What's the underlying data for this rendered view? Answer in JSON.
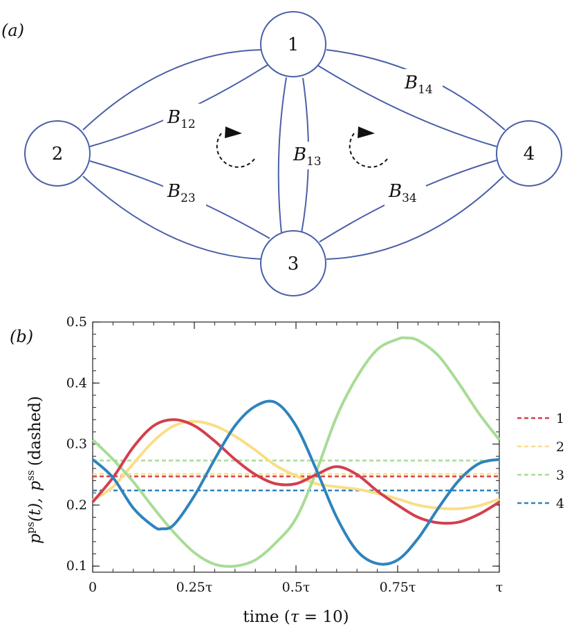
{
  "panel_a": {
    "label": "(a)",
    "nodes": [
      "1",
      "2",
      "3",
      "4"
    ],
    "edge_labels": {
      "b12_main": "B",
      "b12_sub": "12",
      "b13_main": "B",
      "b13_sub": "13",
      "b14_main": "B",
      "b14_sub": "14",
      "b23_main": "B",
      "b23_sub": "23",
      "b34_main": "B",
      "b34_sub": "34"
    }
  },
  "chart_data": {
    "panel_label": "(b)",
    "type": "line",
    "xlabel_text": "time (",
    "xlabel_tau": "τ",
    "xlabel_value": " = 10)",
    "ylabel_p1": "p",
    "ylabel_sup1": "ps",
    "ylabel_t": "(t),",
    "ylabel_p2": "p",
    "ylabel_sup2": "ss",
    "ylabel_rest": "(dashed)",
    "xlim": [
      0,
      1
    ],
    "ylim": [
      0.09,
      0.5
    ],
    "x_ticks": [
      0,
      0.25,
      0.5,
      0.75,
      1
    ],
    "x_tick_labels": [
      "0",
      "0.25τ",
      "0.5τ",
      "0.75τ",
      "τ"
    ],
    "y_ticks": [
      0.1,
      0.2,
      0.3,
      0.4,
      0.5
    ],
    "y_tick_labels": [
      "0.1",
      "0.2",
      "0.3",
      "0.4",
      "0.5"
    ],
    "legend_position": "right",
    "legend_labels": [
      "1",
      "2",
      "3",
      "4"
    ],
    "colors": [
      "#d23f4e",
      "#fade86",
      "#a8dc95",
      "#2e83bd"
    ],
    "series": [
      {
        "name": "1",
        "steady_state": 0.247,
        "x": [
          0,
          0.05,
          0.1,
          0.15,
          0.2,
          0.25,
          0.3,
          0.35,
          0.4,
          0.45,
          0.5,
          0.55,
          0.6,
          0.65,
          0.7,
          0.75,
          0.8,
          0.85,
          0.9,
          0.95,
          1.0
        ],
        "y": [
          0.205,
          0.245,
          0.295,
          0.33,
          0.34,
          0.33,
          0.305,
          0.275,
          0.25,
          0.235,
          0.235,
          0.25,
          0.263,
          0.25,
          0.223,
          0.2,
          0.18,
          0.171,
          0.172,
          0.185,
          0.205
        ]
      },
      {
        "name": "2",
        "steady_state": 0.251,
        "x": [
          0,
          0.05,
          0.1,
          0.15,
          0.2,
          0.25,
          0.3,
          0.35,
          0.4,
          0.45,
          0.5,
          0.55,
          0.6,
          0.65,
          0.7,
          0.75,
          0.8,
          0.85,
          0.9,
          0.95,
          1.0
        ],
        "y": [
          0.208,
          0.23,
          0.268,
          0.305,
          0.33,
          0.337,
          0.33,
          0.313,
          0.29,
          0.265,
          0.248,
          0.235,
          0.23,
          0.226,
          0.219,
          0.21,
          0.2,
          0.195,
          0.194,
          0.199,
          0.21
        ]
      },
      {
        "name": "3",
        "steady_state": 0.273,
        "x": [
          0,
          0.05,
          0.1,
          0.15,
          0.2,
          0.25,
          0.3,
          0.35,
          0.4,
          0.45,
          0.5,
          0.55,
          0.6,
          0.65,
          0.7,
          0.75,
          0.77,
          0.8,
          0.85,
          0.9,
          0.95,
          1.0
        ],
        "y": [
          0.307,
          0.275,
          0.238,
          0.195,
          0.155,
          0.122,
          0.103,
          0.1,
          0.11,
          0.138,
          0.178,
          0.255,
          0.345,
          0.41,
          0.455,
          0.472,
          0.474,
          0.47,
          0.445,
          0.4,
          0.35,
          0.307
        ]
      },
      {
        "name": "4",
        "steady_state": 0.224,
        "x": [
          0,
          0.05,
          0.1,
          0.15,
          0.17,
          0.2,
          0.25,
          0.3,
          0.35,
          0.4,
          0.45,
          0.5,
          0.55,
          0.6,
          0.65,
          0.7,
          0.75,
          0.8,
          0.85,
          0.9,
          0.95,
          1.0
        ],
        "y": [
          0.275,
          0.245,
          0.195,
          0.165,
          0.161,
          0.168,
          0.215,
          0.275,
          0.33,
          0.362,
          0.368,
          0.33,
          0.258,
          0.18,
          0.125,
          0.104,
          0.11,
          0.145,
          0.195,
          0.24,
          0.268,
          0.275
        ]
      }
    ]
  }
}
